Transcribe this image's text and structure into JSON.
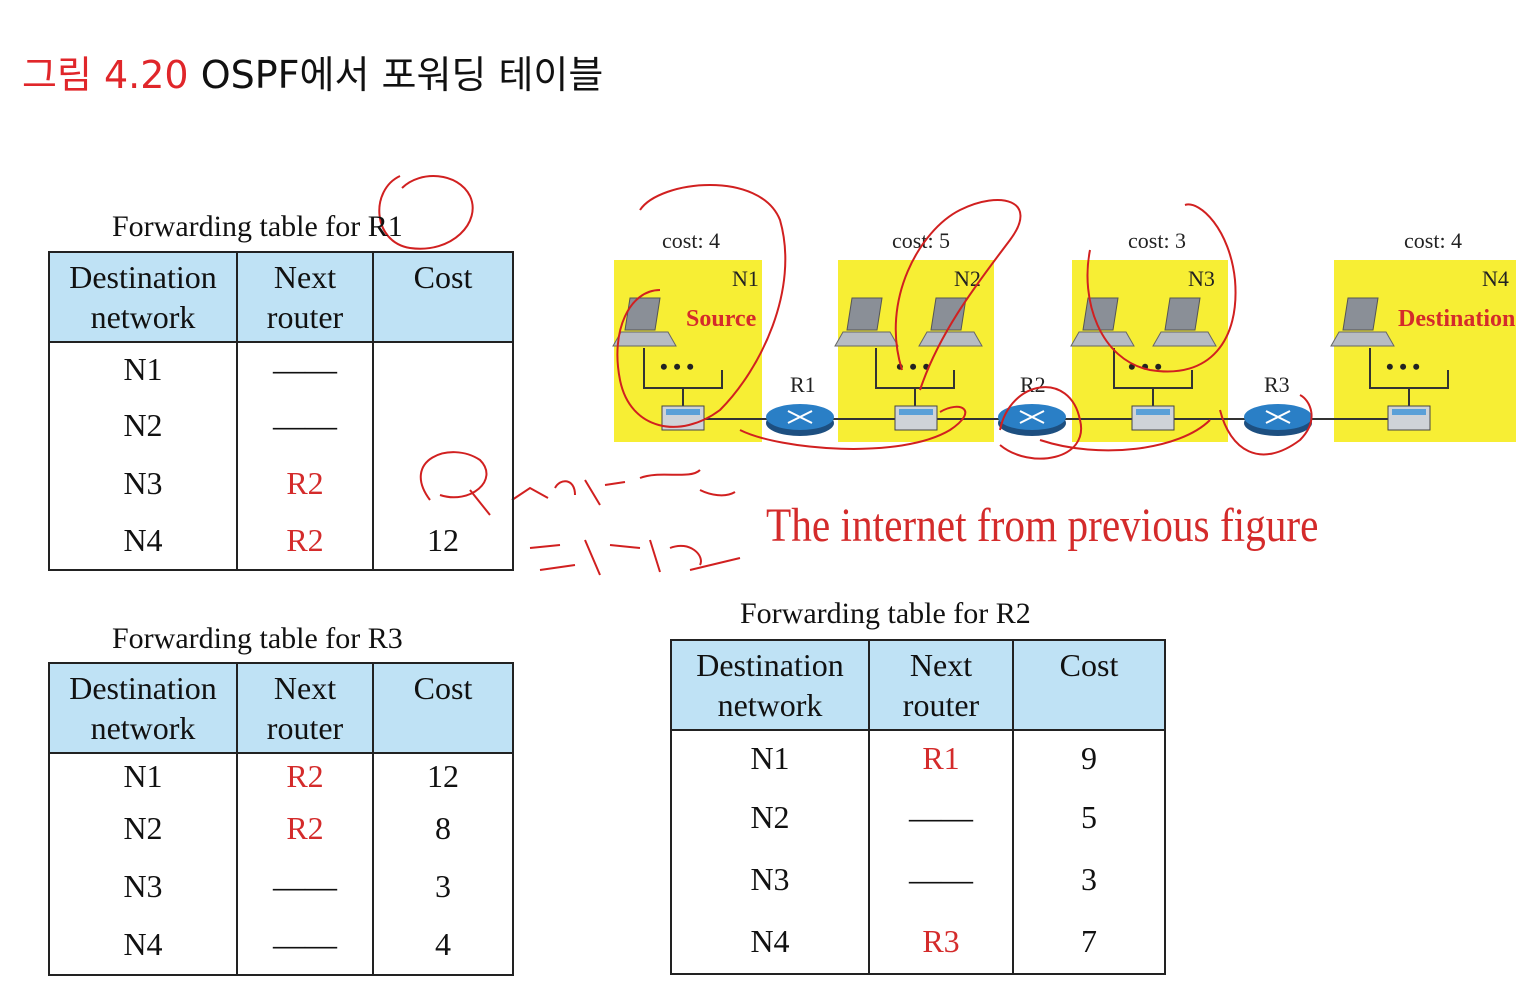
{
  "title": {
    "figure_label": "그림 4.20",
    "text": " OSPF에서 포워딩 테이블"
  },
  "network": {
    "caption": "The internet from previous figure",
    "costs": [
      "cost: 4",
      "cost: 5",
      "cost: 3",
      "cost: 4"
    ],
    "networks": [
      "N1",
      "N2",
      "N3",
      "N4"
    ],
    "routers": [
      "R1",
      "R2",
      "R3"
    ],
    "source_label": "Source",
    "destination_label": "Destination",
    "dots": "• • •",
    "colors": {
      "network_bg": "#f7ee34",
      "router": "#2a7fc6",
      "caption": "#d42b2b"
    }
  },
  "headers": {
    "dest1": "Destination",
    "dest2": "network",
    "next1": "Next",
    "next2": "router",
    "cost": "Cost"
  },
  "tables": {
    "r1": {
      "caption": "Forwarding table for R1",
      "rows": [
        {
          "dest": "N1",
          "next": "——",
          "cost": ""
        },
        {
          "dest": "N2",
          "next": "——",
          "cost": ""
        },
        {
          "dest": "N3",
          "next": "R2",
          "cost": ""
        },
        {
          "dest": "N4",
          "next": "R2",
          "cost": "12"
        }
      ]
    },
    "r2": {
      "caption": "Forwarding table for R2",
      "rows": [
        {
          "dest": "N1",
          "next": "R1",
          "cost": "9"
        },
        {
          "dest": "N2",
          "next": "——",
          "cost": "5"
        },
        {
          "dest": "N3",
          "next": "——",
          "cost": "3"
        },
        {
          "dest": "N4",
          "next": "R3",
          "cost": "7"
        }
      ]
    },
    "r3": {
      "caption": "Forwarding table for R3",
      "rows": [
        {
          "dest": "N1",
          "next": "R2",
          "cost": "12"
        },
        {
          "dest": "N2",
          "next": "R2",
          "cost": "8"
        },
        {
          "dest": "N3",
          "next": "——",
          "cost": "3"
        },
        {
          "dest": "N4",
          "next": "——",
          "cost": "4"
        }
      ]
    }
  }
}
